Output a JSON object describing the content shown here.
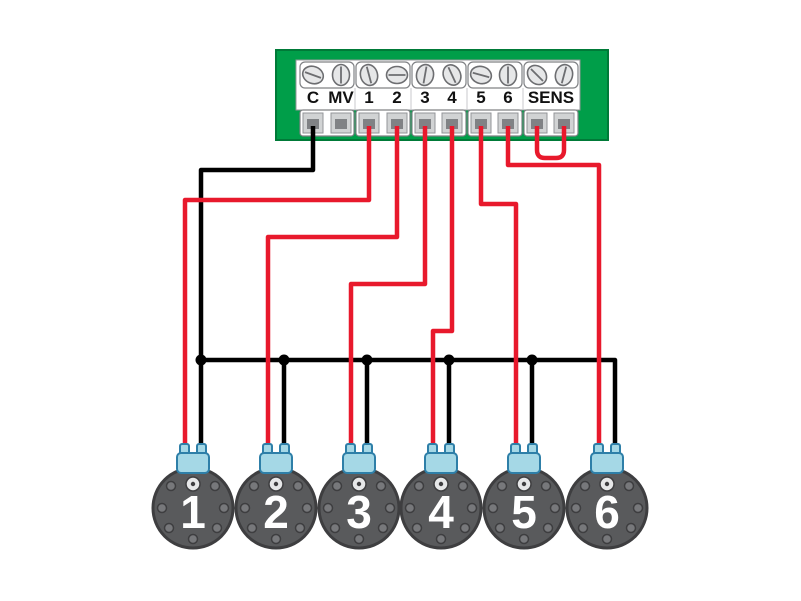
{
  "terminal_block": {
    "labels": [
      "C",
      "MV",
      "1",
      "2",
      "3",
      "4",
      "5",
      "6",
      "SENS"
    ]
  },
  "valves": [
    "1",
    "2",
    "3",
    "4",
    "5",
    "6"
  ],
  "colors": {
    "board_green": "#009E49",
    "board_green_edge": "#007A38",
    "hot_wire_red": "#E8192C",
    "common_wire_black": "#000000",
    "solenoid_blue_fill": "#A5D8E6",
    "solenoid_blue_stroke": "#2E7FA8",
    "valve_body_gray": "#595A5C",
    "valve_outline_gray": "#3E3E40",
    "terminal_slot_gray": "#808285",
    "strip_white": "#FFFFFF"
  }
}
